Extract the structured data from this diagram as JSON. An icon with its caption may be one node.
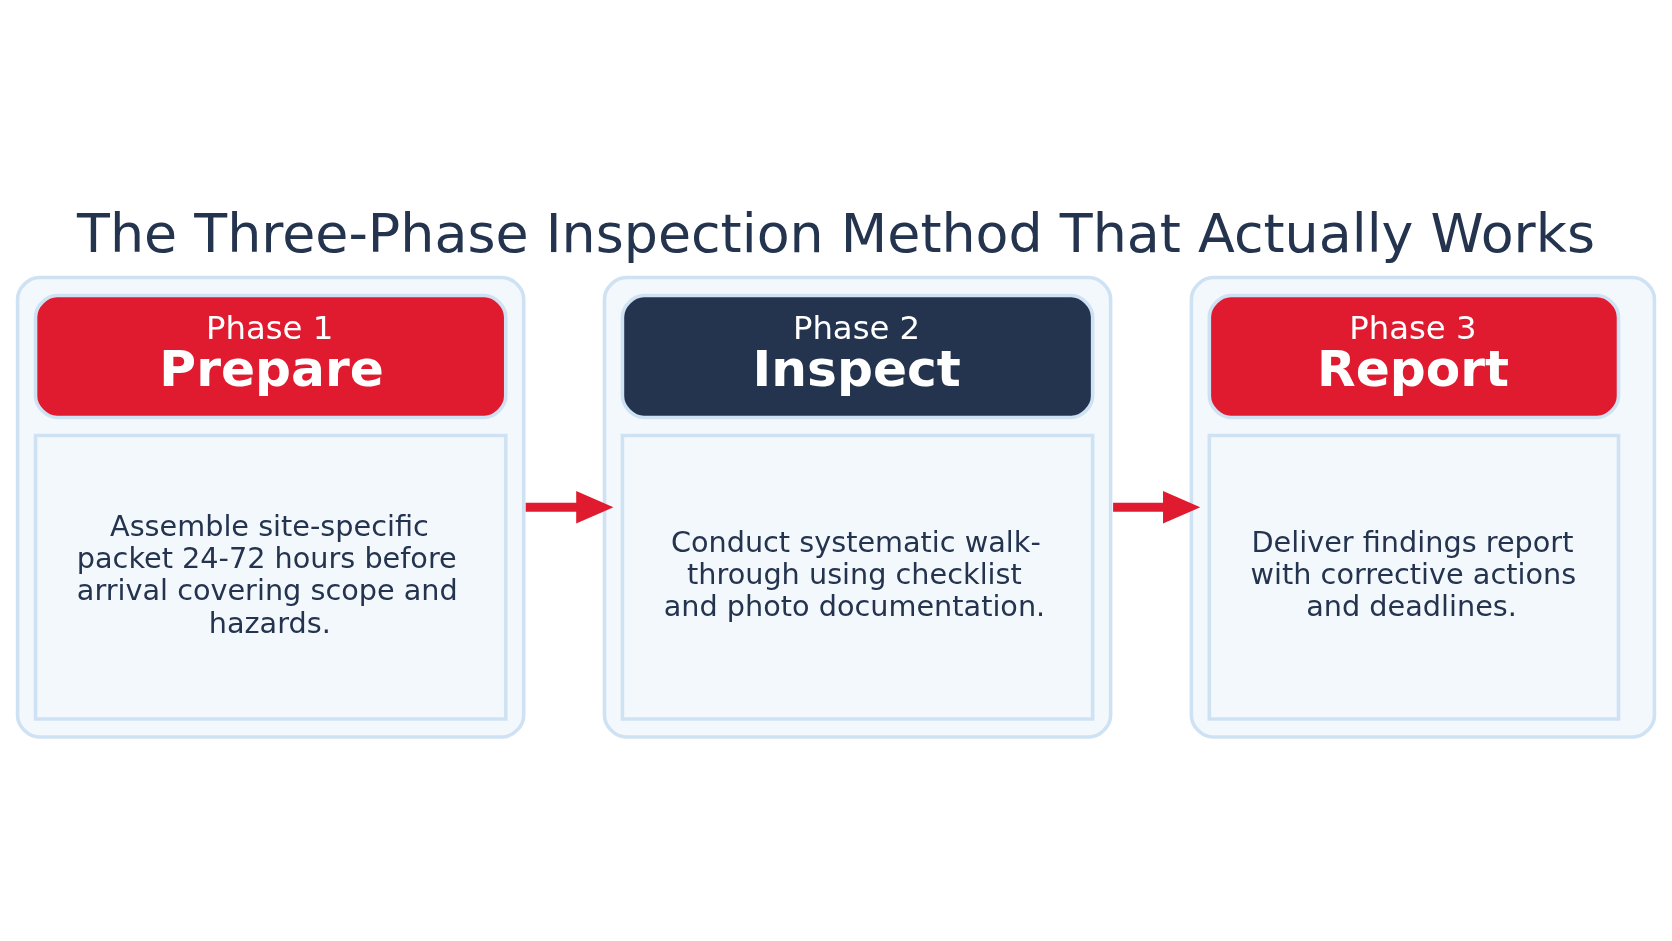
{
  "diagram": {
    "title": "The Three-Phase Inspection Method That Actually Works",
    "nodes": [
      {
        "text": [
          "Phase 1",
          "Prepare",
          "Assemble site-specific packet 24-72 hours before arrival covering scope and hazards."
        ]
      },
      {
        "text": [
          "Phase 2",
          "Inspect",
          "Conduct systematic walk-through using checklist and photo documentation."
        ]
      },
      {
        "text": [
          "Phase 3",
          "Report",
          "Deliver findings report with corrective actions and deadlines."
        ]
      }
    ],
    "edges": [
      {
        "from": 0,
        "to": 1,
        "arrow": "to"
      },
      {
        "from": 1,
        "to": 2,
        "arrow": "to"
      }
    ]
  }
}
